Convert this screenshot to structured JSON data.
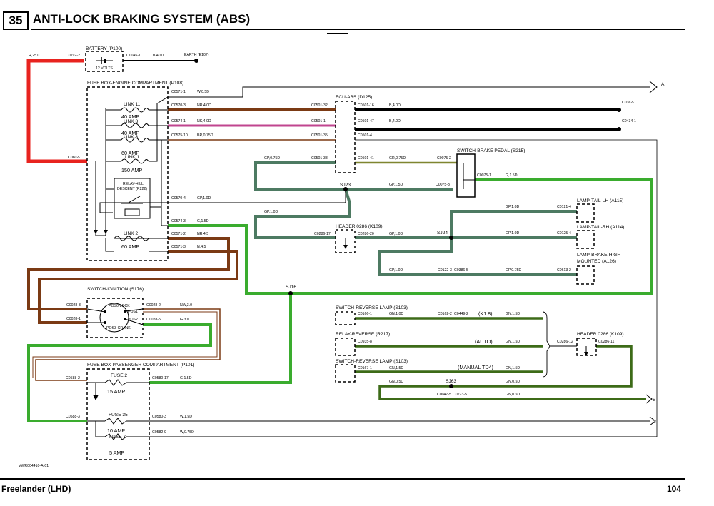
{
  "header": {
    "section_number": "35",
    "title": "ANTI-LOCK BRAKING SYSTEM (ABS)"
  },
  "footer": {
    "model": "Freelander (LHD)",
    "page_number": "104",
    "drawing_id": "VWR004410-A-01"
  },
  "colors": {
    "red": "#e8231f",
    "brown": "#7b3a14",
    "black": "#000000",
    "pink": "#c0458f",
    "green": "#3aac2e",
    "slate": "#4d7a62",
    "olive": "#7f8530",
    "dkgreen": "#3d6b18"
  },
  "components": {
    "battery": "BATTERY (P100)",
    "battery_sub": "12 VOLTS",
    "fuse_engine": "FUSE BOX-ENGINE COMPARTMENT (P108)",
    "link11": "LINK 11",
    "link11_amp": "40 AMP",
    "link8": "LINK 8",
    "link8_amp": "40 AMP",
    "link3": "LINK 3",
    "link3_amp": "60 AMP",
    "link1": "LINK 1",
    "link1_amp": "150 AMP",
    "relay_hill_1": "RELAY-HILL",
    "relay_hill_2": "DESCENT (R222)",
    "link2": "LINK 2",
    "link2_amp": "60 AMP",
    "ecu": "ECU-ABS (D125)",
    "switch_brake": "SWITCH-BRAKE PEDAL (S215)",
    "lamp_tail_lh": "LAMP-TAIL-LH (A115)",
    "lamp_tail_rh": "LAMP-TAIL-RH (A114)",
    "lamp_brake_1": "LAMP-BRAKE-HIGH",
    "lamp_brake_2": "MOUNTED (A126)",
    "header_k109": "HEADER 0286 (K109)",
    "switch_ignition": "SWITCH-IGNITION (S176)",
    "ign_pos0": "POS0-LOCK",
    "ign_pos1": "POS1",
    "ign_pos2": "POS2",
    "ign_pos3": "POS3-CRANK",
    "switch_rev1": "SWITCH-REVERSE LAMP (S103)",
    "relay_rev": "RELAY-REVERSE (R217)",
    "switch_rev2": "SWITCH-REVERSE LAMP (S103)",
    "header_k109_b": "HEADER 0286 (K109)",
    "fuse_pass": "FUSE BOX-PASSENGER COMPARTMENT (P101)",
    "fuse2": "FUSE 2",
    "fuse2_amp": "15 AMP",
    "fuse35": "FUSE 35",
    "fuse35_amp": "10 AMP",
    "fuse7": "FUSE 7",
    "fuse7_amp": "5 AMP",
    "earth": "EARTH (E107)"
  },
  "variants": {
    "k18": "(K1.8)",
    "auto": "(AUTO)",
    "manual": "(MANUAL TD4)"
  },
  "splices": {
    "sj23": "SJ23",
    "sj24": "SJ24",
    "sj16": "SJ16",
    "sj63": "SJ63"
  },
  "off_page": {
    "a": "A",
    "b": "B",
    "c": "C"
  },
  "connectors": {
    "c0192_2": "C0192-2",
    "c0045_1": "C0045-1",
    "c0571_1": "C0571-1",
    "c0570_3": "C0570-3",
    "c0574_1": "C0574-1",
    "c0575_10": "C0575-10",
    "c0602_1": "C0602-1",
    "c0570_4": "C0570-4",
    "c0574_3": "C0574-3",
    "c0571_2": "C0571-2",
    "c0571_3": "C0571-3",
    "c0501_32": "C0501-32",
    "c0501_1": "C0501-1",
    "c0501_35": "C0501-35",
    "c0501_38": "C0501-38",
    "c0501_16": "C0501-16",
    "c0501_47": "C0501-47",
    "c0501_4": "C0501-4",
    "c0501_41": "C0501-41",
    "c0362_1": "C0362-1",
    "c0434_1": "C0434-1",
    "c0075_2": "C0075-2",
    "c0075_3": "C0075-3",
    "c0075_1": "C0075-1",
    "c0121_4": "C0121-4",
    "c0125_4": "C0125-4",
    "c0613_2": "C0613-2",
    "c0286_17": "C0286-17",
    "c0286_20": "C0286-20",
    "c0122_3": "C0122-3",
    "c0386_5": "C0386-5",
    "c0028_3": "C0028-3",
    "c0028_1": "C0028-1",
    "c0028_2": "C0028-2",
    "c0028_5": "C0028-5",
    "c0166_1": "C0166-1",
    "c0162_2": "C0162-2",
    "c0449_2": "C0449-2",
    "c0935_8": "C0935-8",
    "c0167_1": "C0167-1",
    "c0286_12": "C0286-12",
    "c0286_11": "C0286-11",
    "c0047_5": "C0047-5",
    "c0223_5": "C0223-5",
    "c0588_2": "C0588-2",
    "c0580_17": "C0580-17",
    "c0588_3": "C0588-3",
    "c0580_3": "C0580-3",
    "c0582_9": "C0582-9"
  },
  "wires": {
    "r25": "R,25.0",
    "b40": "B,40.0",
    "w05": "W,0.5D",
    "nr40": "NR,4.0D",
    "nk40": "NK,4.0D",
    "br075": "BR,0.75D",
    "b40d_1": "B,4.0D",
    "b40d_2": "B,4.0D",
    "gp075": "GP,0.75D",
    "gr075": "GR,0.75D",
    "gp10_a": "GP,1.0D",
    "gp15": "GP,1.5D",
    "gp10_b": "GP,1.0D",
    "g15_a": "G,1.5D",
    "g15_b": "G,1.5D",
    "gp10_c": "GP,1.0D",
    "gp10_d": "GP,1.0D",
    "gp10_e": "GP,1.0D",
    "gp10_f": "GP,1.0D",
    "gp075_b": "GP,0.75D",
    "gp10_g": "GP,1.0D",
    "nr45": "NR,4.5",
    "n45": "N,4.5",
    "nw30": "NW,3.0",
    "g30": "G,3.0",
    "gn10": "GN,1.0D",
    "gn15_a": "GN,1.5D",
    "gn15_b": "GN,1.5D",
    "gn15_c": "GN,1.5D",
    "gn15_d": "GN,1.5D",
    "gn15_e": "GN,1.5D",
    "gn05_a": "GN,0.5D",
    "gn05_b": "GN,0.5D",
    "gn05_c": "GN,0.5D",
    "g15_c": "G,1.5D",
    "w15": "W,1.5D",
    "w075": "W,0.75D"
  }
}
